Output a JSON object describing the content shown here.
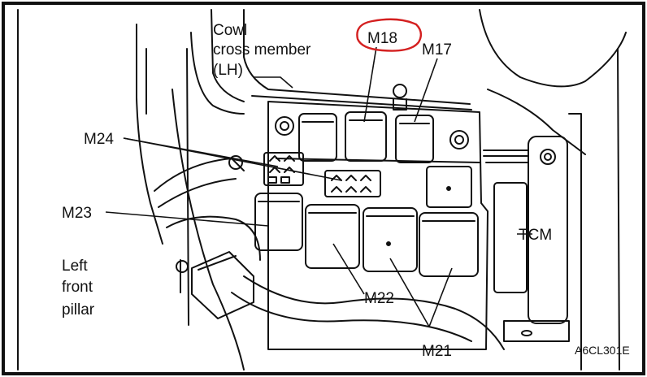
{
  "labels": {
    "cowl_line1": "Cowl",
    "cowl_line2": "cross member",
    "cowl_line3": "(LH)",
    "m18": "M18",
    "m17": "M17",
    "m24": "M24",
    "m23": "M23",
    "left_line1": "Left",
    "left_line2": "front",
    "left_line3": "pillar",
    "tcm": "TCM",
    "m22": "M22",
    "m21": "M21",
    "figure_code": "A6CL301E"
  },
  "colors": {
    "ink": "#111111",
    "highlight_circle": "#d42020",
    "background": "#ffffff"
  }
}
